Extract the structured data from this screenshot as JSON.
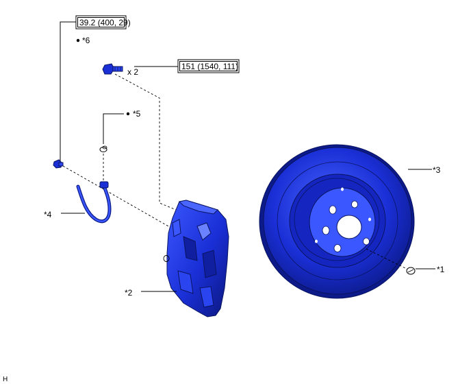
{
  "torque_boxes": [
    {
      "text": "39.2 (400, 29)"
    },
    {
      "text": "151 (1540, 111)"
    }
  ],
  "bolt_qty": "x 2",
  "callouts": {
    "c1": "*1",
    "c2": "*2",
    "c3": "*3",
    "c4": "*4",
    "c5": "*5",
    "c6": "*6"
  },
  "corner_mark": "H",
  "colors": {
    "part_fill": "#1a2fd6",
    "part_dark": "#0c1a8a",
    "part_light": "#4a66ff",
    "line": "#000000"
  }
}
